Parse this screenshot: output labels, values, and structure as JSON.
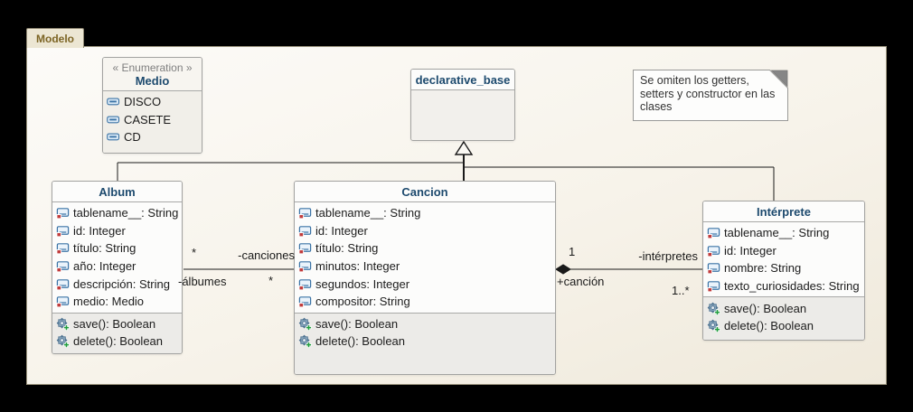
{
  "window": {
    "tab_label": "Modelo"
  },
  "colors": {
    "canvas_bg": "#f7f3ea",
    "tab_text": "#7c6424",
    "class_title_blue": "#1d4a6e",
    "stereotype_gray": "#7f7f7f",
    "icon_blue": "#3c74a6",
    "icon_red": "#c13b3b",
    "gear_blue_gray": "#8aa7bd",
    "plus_green": "#1f9d3c",
    "note_fold_gray": "#868686",
    "connector_black": "#1a1a1a"
  },
  "note": {
    "text": "Se omiten los getters, setters y constructor en las clases"
  },
  "enumeration": {
    "stereotype": "« Enumeration »",
    "name": "Medio",
    "literals": [
      "DISCO",
      "CASETE",
      "CD"
    ]
  },
  "base_class": {
    "name": "declarative_base"
  },
  "classes": {
    "album": {
      "name": "Album",
      "attributes": [
        "tablename__: String",
        "id: Integer",
        "título: String",
        "año: Integer",
        "descripción: String",
        "medio: Medio"
      ],
      "methods": [
        "save(): Boolean",
        "delete(): Boolean"
      ]
    },
    "cancion": {
      "name": "Cancion",
      "attributes": [
        "tablename__: String",
        "id: Integer",
        "título: String",
        "minutos: Integer",
        "segundos: Integer",
        "compositor: String"
      ],
      "methods": [
        "save(): Boolean",
        "delete(): Boolean"
      ]
    },
    "interprete": {
      "name": "Intérprete",
      "attributes": [
        "tablename__: String",
        "id: Integer",
        "nombre: String",
        "texto_curiosidades: String"
      ],
      "methods": [
        "save(): Boolean",
        "delete(): Boolean"
      ]
    }
  },
  "associations": {
    "album_cancion": {
      "source_multiplicity": "*",
      "target_role": "-canciones",
      "source_role": "-álbumes",
      "target_multiplicity": "*"
    },
    "cancion_interprete": {
      "source_multiplicity": "1",
      "target_role": "-intérpretes",
      "source_role": "+canción",
      "target_multiplicity": "1..*"
    }
  },
  "icons": {
    "attribute": "field-icon",
    "method": "operation-icon",
    "enum_literal": "enum-literal-icon",
    "note_fold": "folded-corner-icon"
  }
}
